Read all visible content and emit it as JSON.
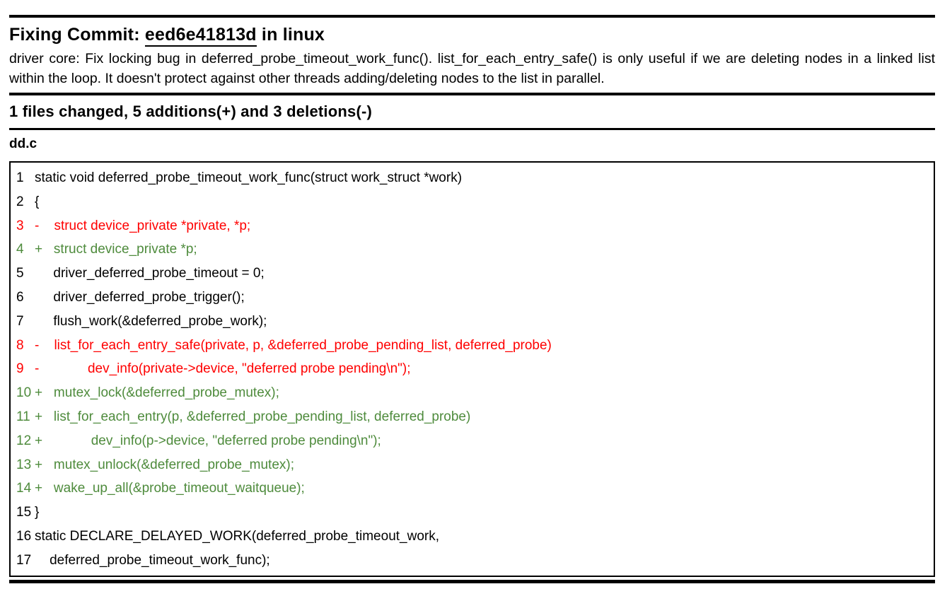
{
  "colors": {
    "deletion": "#ff0000",
    "addition": "#4e8b3c",
    "context": "#000000"
  },
  "header": {
    "title_prefix": "Fixing Commit: ",
    "commit_hash": "eed6e41813d",
    "title_suffix": " in linux",
    "description": "driver core: Fix locking bug in deferred_probe_timeout_work_func(). list_for_each_entry_safe() is only useful if we are deleting nodes in a linked list within the loop. It doesn't protect against other threads adding/deleting nodes to the list in parallel."
  },
  "summary": {
    "stats": "1 files changed, 5 additions(+) and 3 deletions(-)"
  },
  "file": {
    "name": "dd.c"
  },
  "diff": {
    "lines": [
      {
        "num": "1",
        "type": "context",
        "text": "static void deferred_probe_timeout_work_func(struct work_struct *work)"
      },
      {
        "num": "2",
        "type": "context",
        "text": "{"
      },
      {
        "num": "3",
        "type": "deletion",
        "text": "-    struct device_private *private, *p;"
      },
      {
        "num": "4",
        "type": "addition",
        "text": "+   struct device_private *p;"
      },
      {
        "num": "5",
        "type": "context",
        "text": "     driver_deferred_probe_timeout = 0;"
      },
      {
        "num": "6",
        "type": "context",
        "text": "     driver_deferred_probe_trigger();"
      },
      {
        "num": "7",
        "type": "context",
        "text": "     flush_work(&deferred_probe_work);"
      },
      {
        "num": "8",
        "type": "deletion",
        "text": "-    list_for_each_entry_safe(private, p, &deferred_probe_pending_list, deferred_probe)"
      },
      {
        "num": "9",
        "type": "deletion",
        "text": "-             dev_info(private->device, \"deferred probe pending\\n\");"
      },
      {
        "num": "10",
        "type": "addition",
        "text": "+   mutex_lock(&deferred_probe_mutex);"
      },
      {
        "num": "11",
        "type": "addition",
        "text": "+   list_for_each_entry(p, &deferred_probe_pending_list, deferred_probe)"
      },
      {
        "num": "12",
        "type": "addition",
        "text": "+             dev_info(p->device, \"deferred probe pending\\n\");"
      },
      {
        "num": "13",
        "type": "addition",
        "text": "+   mutex_unlock(&deferred_probe_mutex);"
      },
      {
        "num": "14",
        "type": "addition",
        "text": "+   wake_up_all(&probe_timeout_waitqueue);"
      },
      {
        "num": "15",
        "type": "context",
        "text": "}"
      },
      {
        "num": "16",
        "type": "context",
        "text": "static DECLARE_DELAYED_WORK(deferred_probe_timeout_work,"
      },
      {
        "num": "17",
        "type": "context",
        "text": "    deferred_probe_timeout_work_func);"
      }
    ]
  }
}
